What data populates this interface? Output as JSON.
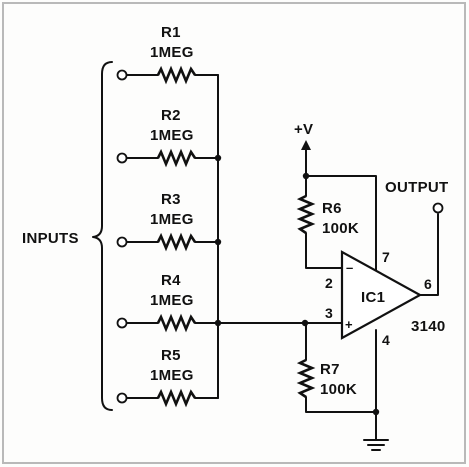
{
  "inputs": [
    {
      "ref": "R1",
      "value": "1MEG"
    },
    {
      "ref": "R2",
      "value": "1MEG"
    },
    {
      "ref": "R3",
      "value": "1MEG"
    },
    {
      "ref": "R4",
      "value": "1MEG"
    },
    {
      "ref": "R5",
      "value": "1MEG"
    }
  ],
  "inputs_label": "INPUTS",
  "supply_label": "+V",
  "output_label": "OUTPUT",
  "r6": {
    "ref": "R6",
    "value": "100K"
  },
  "r7": {
    "ref": "R7",
    "value": "100K"
  },
  "ic": {
    "ref": "IC1",
    "part": "3140",
    "pin_inverting": "2",
    "pin_noninverting": "3",
    "pin_vplus": "7",
    "pin_ground": "4",
    "pin_output": "6",
    "minus_sign": "–",
    "plus_sign": "+"
  }
}
